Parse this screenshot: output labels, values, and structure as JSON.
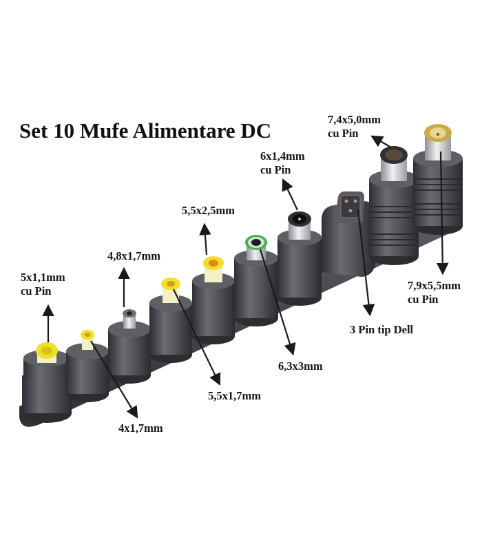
{
  "title": "Set 10 Mufe Alimentare DC",
  "colors": {
    "background": "#ffffff",
    "connector_body": "#4a4a4f",
    "tip_yellow": "#f2df2a",
    "tip_green": "#3db54a",
    "tip_gold": "#c9a94a",
    "text": "#151515"
  },
  "connectors": [
    {
      "id": "c1",
      "size": "5x1,1mm",
      "note": "cu Pin",
      "tip": "yellow"
    },
    {
      "id": "c2",
      "size": "4x1,7mm",
      "note": "",
      "tip": "yellow"
    },
    {
      "id": "c3",
      "size": "4,8x1,7mm",
      "note": "",
      "tip": "metal"
    },
    {
      "id": "c4",
      "size": "5,5x1,7mm",
      "note": "",
      "tip": "yellow"
    },
    {
      "id": "c5",
      "size": "5,5x2,5mm",
      "note": "",
      "tip": "yellow"
    },
    {
      "id": "c6",
      "size": "6,3x3mm",
      "note": "",
      "tip": "green"
    },
    {
      "id": "c7",
      "size": "6x1,4mm",
      "note": "cu Pin",
      "tip": "metal"
    },
    {
      "id": "c8",
      "size": "3 Pin tip Dell",
      "note": "",
      "tip": "dell"
    },
    {
      "id": "c9",
      "size": "7,4x5,0mm",
      "note": "cu Pin",
      "tip": "metal"
    },
    {
      "id": "c10",
      "size": "7,9x5,5mm",
      "note": "cu Pin",
      "tip": "gold"
    }
  ]
}
